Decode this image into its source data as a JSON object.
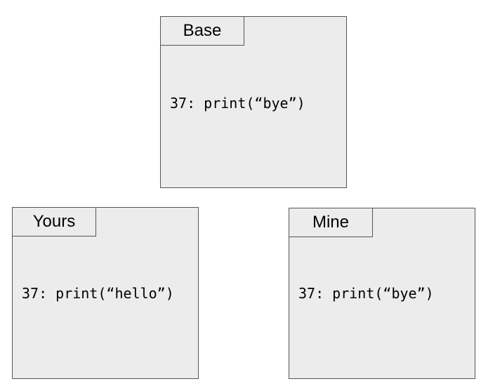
{
  "panels": {
    "base": {
      "title": "Base",
      "line_number": "37:",
      "code": "print(“bye”)"
    },
    "yours": {
      "title": "Yours",
      "line_number": "37:",
      "code": "print(“hello”)"
    },
    "mine": {
      "title": "Mine",
      "line_number": "37:",
      "code": "print(“bye”)"
    }
  },
  "colors": {
    "panel_fill": "#ececec",
    "panel_border": "#555555",
    "text": "#000000"
  }
}
